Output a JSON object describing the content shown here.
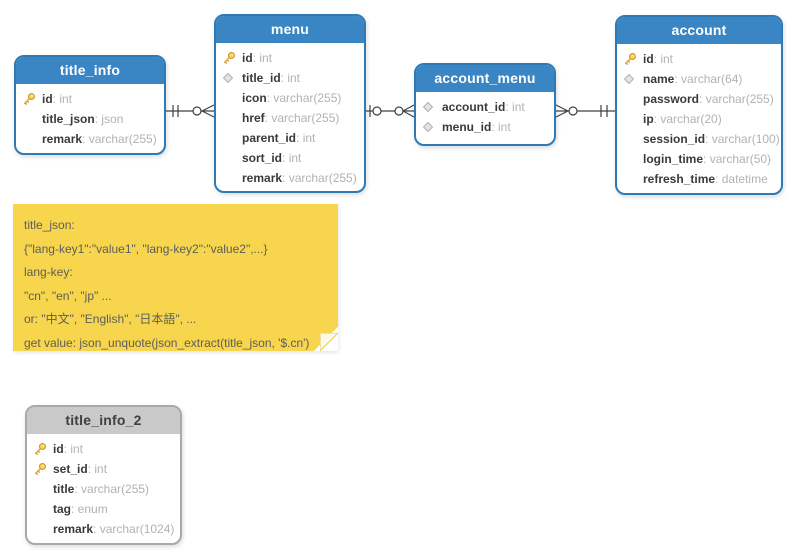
{
  "diagram": {
    "ui": {
      "field_separator": ": "
    },
    "colors": {
      "header_blue": "#3a86c4",
      "border_blue": "#2f7ab4",
      "header_gray": "#c9c9c9",
      "note_yellow": "#f7d54c"
    },
    "tables": [
      {
        "title": "title_info",
        "fields": [
          {
            "icon": "key",
            "name": "id",
            "type": "int"
          },
          {
            "icon": "none",
            "name": "title_json",
            "type": "json"
          },
          {
            "icon": "none",
            "name": "remark",
            "type": "varchar(255)"
          }
        ]
      },
      {
        "title": "menu",
        "fields": [
          {
            "icon": "key",
            "name": "id",
            "type": "int"
          },
          {
            "icon": "diamond",
            "name": "title_id",
            "type": "int"
          },
          {
            "icon": "none",
            "name": "icon",
            "type": "varchar(255)"
          },
          {
            "icon": "none",
            "name": "href",
            "type": "varchar(255)"
          },
          {
            "icon": "none",
            "name": "parent_id",
            "type": "int"
          },
          {
            "icon": "none",
            "name": "sort_id",
            "type": "int"
          },
          {
            "icon": "none",
            "name": "remark",
            "type": "varchar(255)"
          }
        ]
      },
      {
        "title": "account_menu",
        "fields": [
          {
            "icon": "diamond",
            "name": "account_id",
            "type": "int"
          },
          {
            "icon": "diamond",
            "name": "menu_id",
            "type": "int"
          }
        ]
      },
      {
        "title": "account",
        "fields": [
          {
            "icon": "key",
            "name": "id",
            "type": "int"
          },
          {
            "icon": "diamond",
            "name": "name",
            "type": "varchar(64)"
          },
          {
            "icon": "none",
            "name": "password",
            "type": "varchar(255)"
          },
          {
            "icon": "none",
            "name": "ip",
            "type": "varchar(20)"
          },
          {
            "icon": "none",
            "name": "session_id",
            "type": "varchar(100)"
          },
          {
            "icon": "none",
            "name": "login_time",
            "type": "varchar(50)"
          },
          {
            "icon": "none",
            "name": "refresh_time",
            "type": "datetime"
          }
        ]
      },
      {
        "title": "title_info_2",
        "fields": [
          {
            "icon": "key",
            "name": "id",
            "type": "int"
          },
          {
            "icon": "key",
            "name": "set_id",
            "type": "int"
          },
          {
            "icon": "none",
            "name": "title",
            "type": "varchar(255)"
          },
          {
            "icon": "none",
            "name": "tag",
            "type": "enum"
          },
          {
            "icon": "none",
            "name": "remark",
            "type": "varchar(1024)"
          }
        ]
      }
    ],
    "relationships": [
      {
        "from": "title_info",
        "to": "menu",
        "from_cardinality": "one-and-only-one",
        "to_cardinality": "zero-or-many"
      },
      {
        "from": "menu",
        "to": "account_menu",
        "from_cardinality": "zero-or-one",
        "to_cardinality": "zero-or-many"
      },
      {
        "from": "account_menu",
        "to": "account",
        "from_cardinality": "zero-or-many",
        "to_cardinality": "one-and-only-one"
      }
    ],
    "note": {
      "lines": [
        "title_json:",
        "{\"lang-key1\":\"value1\", \"lang-key2\":\"value2\",...}",
        "lang-key:",
        "\"cn\", \"en\", \"jp\" ...",
        "or: \"中文\", \"English\", \"日本語\", ...",
        "get value: json_unquote(json_extract(title_json, '$.cn')"
      ]
    }
  }
}
